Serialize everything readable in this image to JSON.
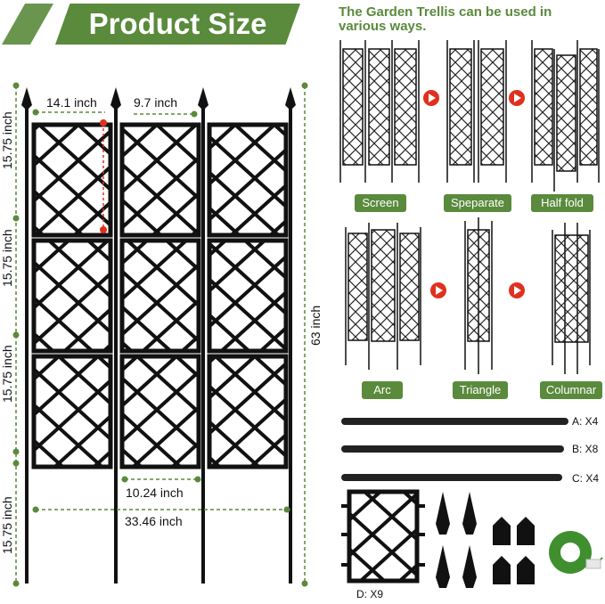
{
  "title": "Product Size",
  "headline": "The Garden Trellis can be used in various ways.",
  "dimensions": {
    "width_panel": "14.1 inch",
    "gap": "9.7 inch",
    "bottom_inner": "10.24 inch",
    "bottom_total": "33.46 inch",
    "height_total": "63 inch",
    "segment_1": "15.75 inch",
    "segment_2": "15.75 inch",
    "segment_3": "15.75 inch",
    "segment_4": "15.75 inch"
  },
  "modes": [
    "Screen",
    "Speparate",
    "Half fold",
    "Arc",
    "Triangle",
    "Columnar"
  ],
  "parts": {
    "a": "A: X4",
    "b": "B: X8",
    "c": "C: X4",
    "d": "D: X9"
  },
  "colors": {
    "green": "#5a8a3c",
    "arrow": "#e0301e",
    "frame": "#111111"
  }
}
